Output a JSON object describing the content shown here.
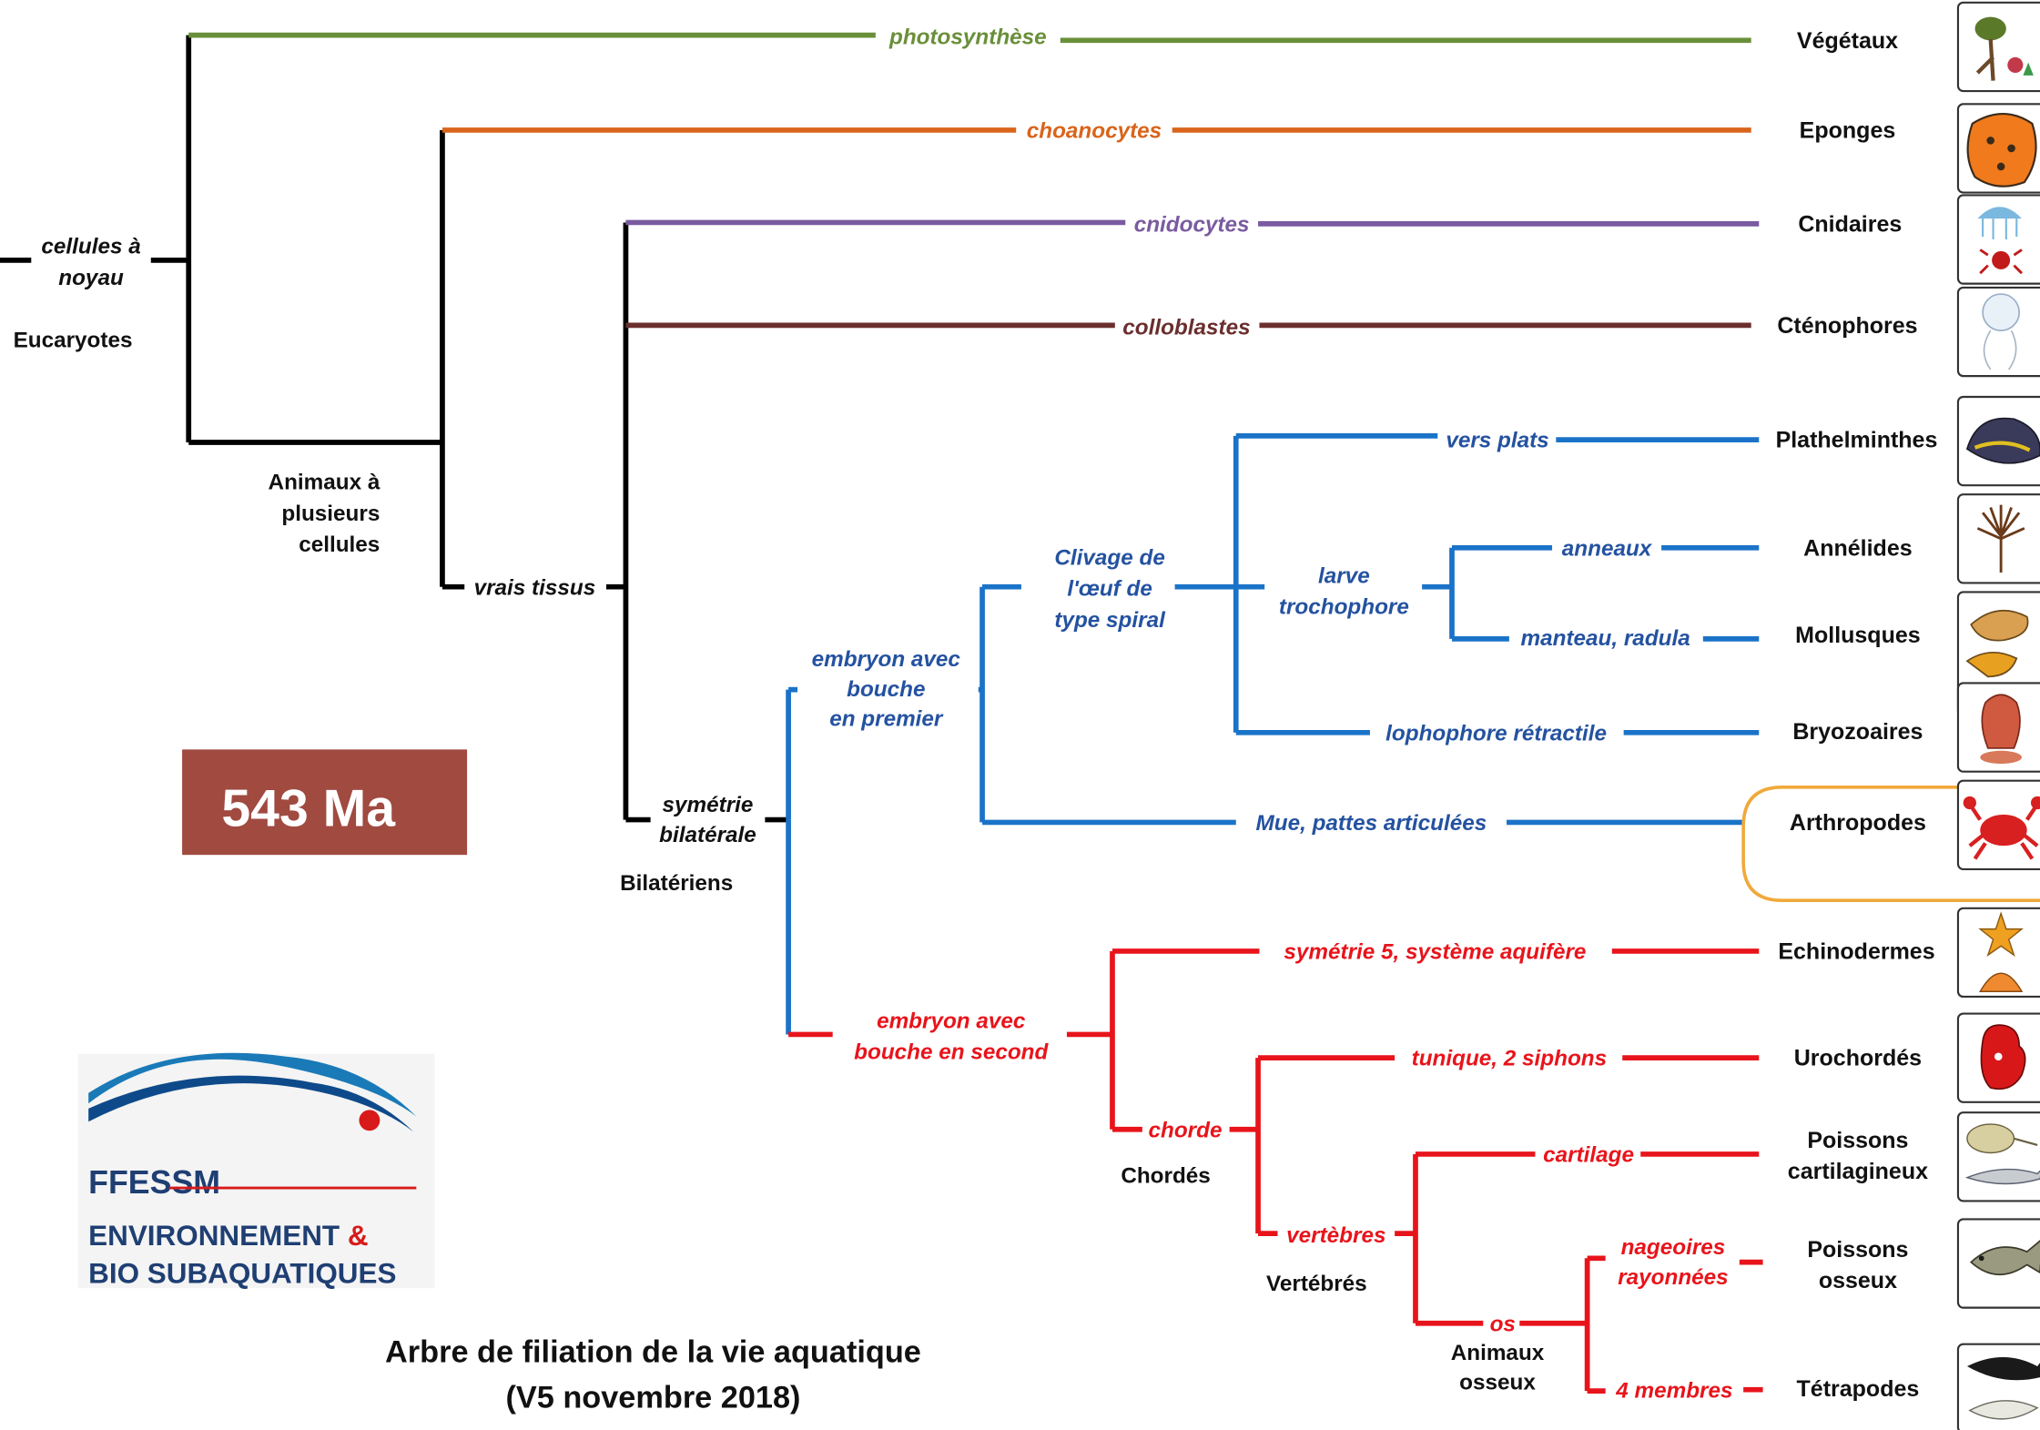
{
  "title": {
    "line1": "Arbre de filiation de la vie aquatique",
    "line2": "(V5 novembre 2018)"
  },
  "badge": "543 Ma",
  "logo": {
    "name": "FFESSM",
    "line1": "ENVIRONNEMENT",
    "amp": "&",
    "line2": "BIO SUBAQUATIQUES"
  },
  "colors": {
    "vegetaux": "#6a8f3a",
    "eponges": "#d9641b",
    "cnidaires": "#7a5aa0",
    "ctenophores": "#6b2e2e",
    "protostomes": "#1a73c8",
    "protostomes_text": "#2452a0",
    "deuterostomes": "#e8141b",
    "trunk": "#000000",
    "badge": "#a04a40",
    "highlight": "#f0a93a"
  },
  "traits": {
    "cellules": "cellules à noyau",
    "photosynthese": "photosynthèse",
    "choanocytes": "choanocytes",
    "vrais_tissus": "vrais tissus",
    "cnidocytes": "cnidocytes",
    "colloblastes": "colloblastes",
    "symetrie_bilaterale": "symétrie bilatérale",
    "bouche_premier": "embryon avec bouche en premier",
    "clivage": "Clivage de l'œuf de type spiral",
    "vers_plats": "vers plats",
    "trochophore": "larve trochophore",
    "anneaux": "anneaux",
    "manteau": "manteau, radula",
    "lophophore": "lophophore rétractile",
    "mue": "Mue, pattes articulées",
    "bouche_second": "embryon avec bouche en second",
    "symetrie5": "symétrie 5, système aquifère",
    "chorde": "chorde",
    "tunique": "tunique, 2 siphons",
    "vertebres": "vertèbres",
    "cartilage": "cartilage",
    "os": "os",
    "nageoires": "nageoires rayonnées",
    "membres": "4 membres"
  },
  "groups": {
    "eucaryotes": "Eucaryotes",
    "animaux": "Animaux à plusieurs cellules",
    "bilateriens": "Bilatériens",
    "chordes": "Chordés",
    "vertebres": "Vertébrés",
    "osseux": "Animaux osseux"
  },
  "taxa": [
    {
      "key": "vegetaux",
      "name": "Végétaux",
      "icon": "plant-icon"
    },
    {
      "key": "eponges",
      "name": "Eponges",
      "icon": "sponge-icon"
    },
    {
      "key": "cnidaires",
      "name": "Cnidaires",
      "icon": "jellyfish-icon"
    },
    {
      "key": "ctenophores",
      "name": "Cténophores",
      "icon": "comb-jelly-icon"
    },
    {
      "key": "plathelminthes",
      "name": "Plathelminthes",
      "icon": "flatworm-icon"
    },
    {
      "key": "annelides",
      "name": "Annélides",
      "icon": "tubeworm-icon"
    },
    {
      "key": "mollusques",
      "name": "Mollusques",
      "icon": "mollusc-icon"
    },
    {
      "key": "bryozoaires",
      "name": "Bryozoaires",
      "icon": "bryozoan-icon"
    },
    {
      "key": "arthropodes",
      "name": "Arthropodes",
      "icon": "crab-icon"
    },
    {
      "key": "echinodermes",
      "name": "Echinodermes",
      "icon": "starfish-icon"
    },
    {
      "key": "urochordes",
      "name": "Urochordés",
      "icon": "sea-squirt-icon"
    },
    {
      "key": "poissons_cartilagineux",
      "name": "Poissons cartilagineux",
      "icon": "ray-shark-icon"
    },
    {
      "key": "poissons_osseux",
      "name": "Poissons osseux",
      "icon": "bony-fish-icon"
    },
    {
      "key": "tetrapodes",
      "name": "Tétrapodes",
      "icon": "dolphin-icon"
    }
  ]
}
